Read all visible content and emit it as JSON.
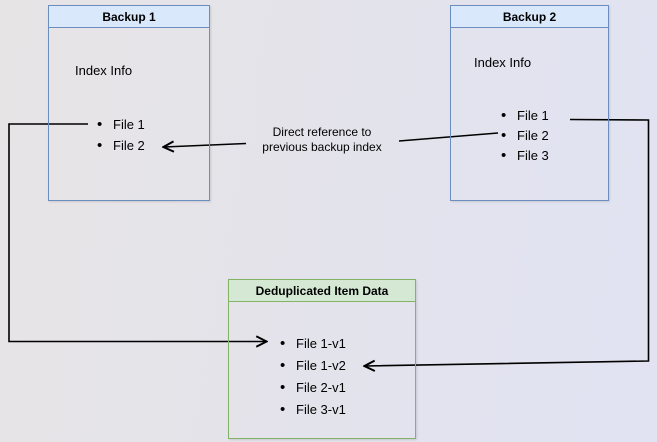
{
  "diagram": {
    "backup1": {
      "title": "Backup 1",
      "subtitle": "Index Info",
      "files": [
        "File 1",
        "File 2"
      ]
    },
    "backup2": {
      "title": "Backup 2",
      "subtitle": "Index Info",
      "files": [
        "File 1",
        "File 2",
        "File 3"
      ]
    },
    "dedup": {
      "title": "Deduplicated Item Data",
      "files": [
        "File 1-v1",
        "File 1-v2",
        "File 2-v1",
        "File 3-v1"
      ]
    },
    "edge_label": {
      "line1": "Direct reference to",
      "line2": "previous backup index"
    }
  },
  "colors": {
    "blue_header_bg": "#dae8fc",
    "blue_border": "#6c8ebf",
    "green_header_bg": "#d5e8d4",
    "green_border": "#82b366",
    "line": "#000000",
    "text": "#000000",
    "background_left": "#e7e4e5",
    "background_right": "#e1e3f3"
  }
}
